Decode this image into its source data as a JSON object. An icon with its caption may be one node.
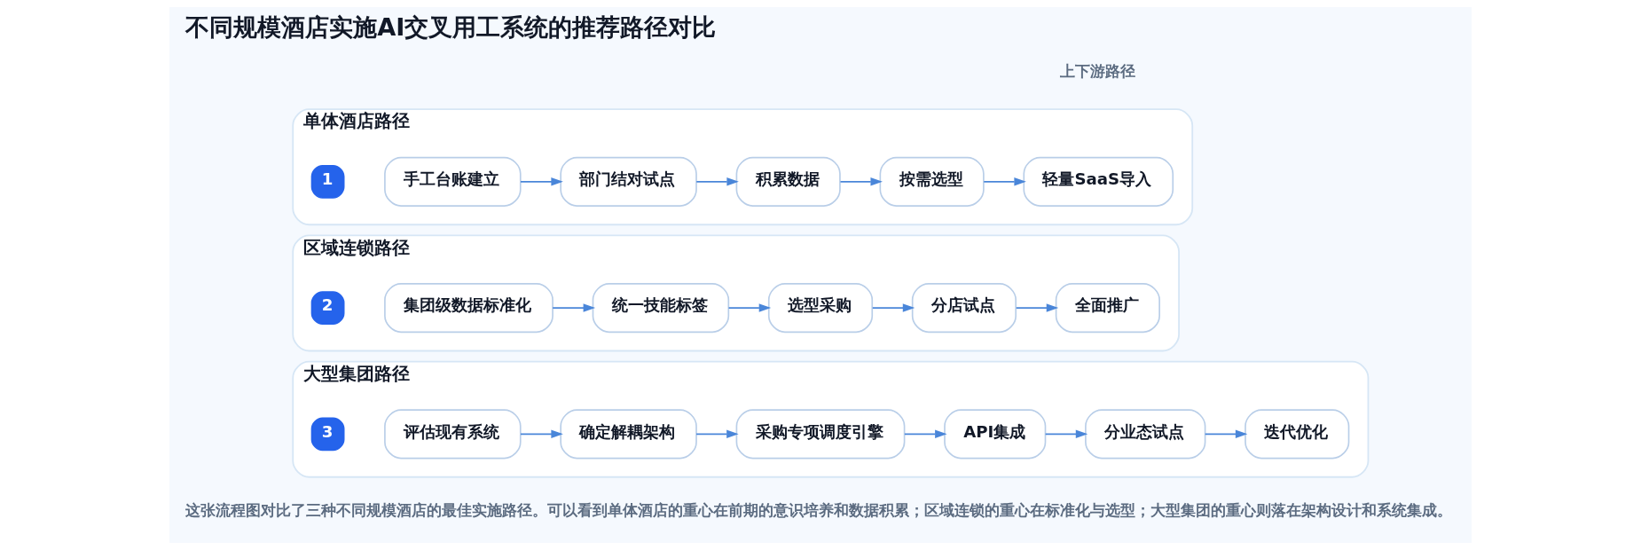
{
  "diagram": {
    "title": "不同规模酒店实施AI交叉用工系统的推荐路径对比",
    "caption": "这张流程图对比了三种不同规模酒店的最佳实施路径。可以看到单体酒店的重心在前期的意识培养和数据积累；区域连锁的重心在标准化与选型；大型集团的重心则落在架构设计和系统集成。",
    "nodes": [
      {
        "text": [
          "单体酒店路径"
        ]
      },
      {
        "text": [
          "1"
        ],
        "in": 0
      },
      {
        "text": [
          "手工台账建立"
        ],
        "in": 0
      },
      {
        "text": [
          "部门结对试点"
        ],
        "in": 0
      },
      {
        "text": [
          "积累数据"
        ],
        "in": 0
      },
      {
        "text": [
          "按需选型"
        ],
        "in": 0
      },
      {
        "text": [
          "轻量SaaS导入"
        ],
        "in": 0
      },
      {
        "text": [
          "区域连锁路径"
        ]
      },
      {
        "text": [
          "2"
        ],
        "in": 7
      },
      {
        "text": [
          "集团级数据标准化"
        ],
        "in": 7
      },
      {
        "text": [
          "统一技能标签"
        ],
        "in": 7
      },
      {
        "text": [
          "选型采购"
        ],
        "in": 7
      },
      {
        "text": [
          "分店试点"
        ],
        "in": 7
      },
      {
        "text": [
          "全面推广"
        ],
        "in": 7
      },
      {
        "text": [
          "大型集团路径"
        ]
      },
      {
        "text": [
          "3"
        ],
        "in": 14
      },
      {
        "text": [
          "评估现有系统"
        ],
        "in": 14
      },
      {
        "text": [
          "确定解耦架构"
        ],
        "in": 14
      },
      {
        "text": [
          "采购专项调度引擎"
        ],
        "in": 14
      },
      {
        "text": [
          "API集成"
        ],
        "in": 14
      },
      {
        "text": [
          "分业态试点"
        ],
        "in": 14
      },
      {
        "text": [
          "迭代优化"
        ],
        "in": 14
      }
    ],
    "edges": [
      {
        "from": 2,
        "to": 3,
        "arrow": "to"
      },
      {
        "from": 3,
        "to": 4,
        "arrow": "to"
      },
      {
        "from": 4,
        "to": 5,
        "arrow": "to"
      },
      {
        "from": 5,
        "to": 6,
        "arrow": "to"
      },
      {
        "from": 9,
        "to": 10,
        "arrow": "to"
      },
      {
        "from": 10,
        "to": 11,
        "arrow": "to"
      },
      {
        "from": 11,
        "to": 12,
        "arrow": "to"
      },
      {
        "from": 12,
        "to": 13,
        "arrow": "to"
      },
      {
        "from": 16,
        "to": 17,
        "arrow": "to"
      },
      {
        "from": 17,
        "to": 18,
        "arrow": "to"
      },
      {
        "from": 18,
        "to": 19,
        "arrow": "to"
      },
      {
        "from": 19,
        "to": 20,
        "arrow": "to"
      },
      {
        "from": 20,
        "to": 21,
        "arrow": "to"
      }
    ],
    "labels": [
      "上下游路径"
    ]
  }
}
